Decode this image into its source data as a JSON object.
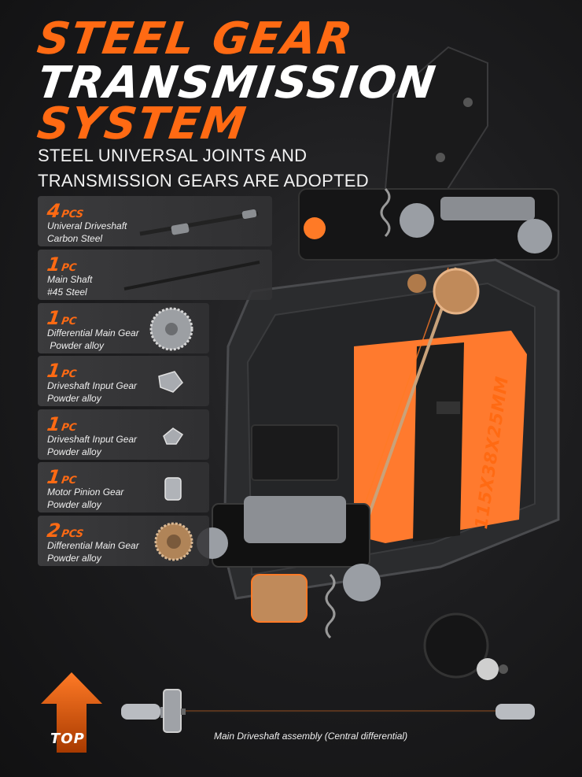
{
  "heading": {
    "line1": "STEEL GEAR",
    "line2": "TRANSMISSION",
    "line3": "SYSTEM",
    "subtitle": "STEEL UNIVERSAL JOINTS AND TRANSMISSION GEARS ARE ADOPTED"
  },
  "parts": [
    {
      "qty": "4",
      "unit": "PCS",
      "desc": "Univeral Driveshaft\nCarbon Steel",
      "icon": "driveshaft-icon"
    },
    {
      "qty": "1",
      "unit": "PC",
      "desc": "Main Shaft\n#45 Steel",
      "icon": "main-shaft-icon"
    },
    {
      "qty": "1",
      "unit": "PC",
      "desc": "Differential Main Gear\n Powder alloy",
      "icon": "spur-gear-icon"
    },
    {
      "qty": "1",
      "unit": "PC",
      "desc": "Driveshaft Input Gear\nPowder alloy",
      "icon": "bevel-gear-icon"
    },
    {
      "qty": "1",
      "unit": "PC",
      "desc": "Driveshaft Input Gear\nPowder alloy",
      "icon": "small-bevel-gear-icon"
    },
    {
      "qty": "1",
      "unit": "PC",
      "desc": "Motor Pinion Gear\nPowder alloy",
      "icon": "pinion-gear-icon"
    },
    {
      "qty": "2",
      "unit": "PCS",
      "desc": "Differential Main Gear\nPowder alloy",
      "icon": "ring-gear-icon"
    }
  ],
  "dimensions": "115X38X25MM",
  "badge": {
    "label": "TOP",
    "icon": "arrow-up-icon"
  },
  "caption": "Main Driveshaft assembly  (Central differential)",
  "colors": {
    "accent": "#ff6a13",
    "background": "#1d1d1f",
    "card": "#3e3e40"
  }
}
